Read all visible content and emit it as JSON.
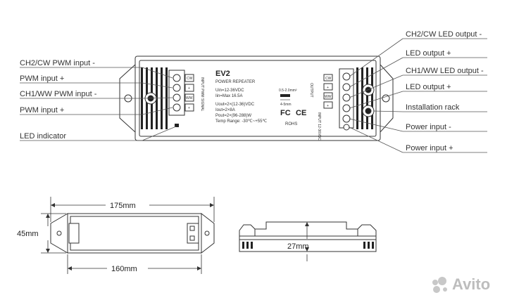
{
  "callouts_left": [
    "CH2/CW PWM input -",
    "PWM input +",
    "CH1/WW PWM input -",
    "PWM input +",
    "LED indicator"
  ],
  "callouts_right": [
    "CH2/CW LED output -",
    "LED output +",
    "CH1/WW LED output -",
    "LED output +",
    "Installation rack",
    "Power input -",
    "Power input +"
  ],
  "device": {
    "model": "EV2",
    "type": "POWER REPEATER",
    "spec_lines": [
      "Uin=12-36VDC",
      "Iin=Max 16.5A",
      "Uout=2×(12-36)VDC",
      "Iout=2×8A",
      "Pout=2×(96-288)W",
      "Temp Range: -30℃~+55℃"
    ],
    "input_block_label": "INPUT PWM SIGNAL",
    "input_terminal_tags": [
      "CW",
      "+",
      "WW",
      "+"
    ],
    "output_block_label": "OUTPUT",
    "output_terminal_tags": [
      "CW",
      "+",
      "WW",
      "+"
    ],
    "power_block_label": "INPUT 12-36VDC",
    "wire_size": "0.5-2.0mm²",
    "strip_length": "4-5mm",
    "marks": [
      "FC",
      "CE",
      "ROHS"
    ]
  },
  "dimensions": {
    "length_total": "175mm",
    "length_body": "160mm",
    "width": "45mm",
    "height": "27mm"
  },
  "watermark": "Avito"
}
